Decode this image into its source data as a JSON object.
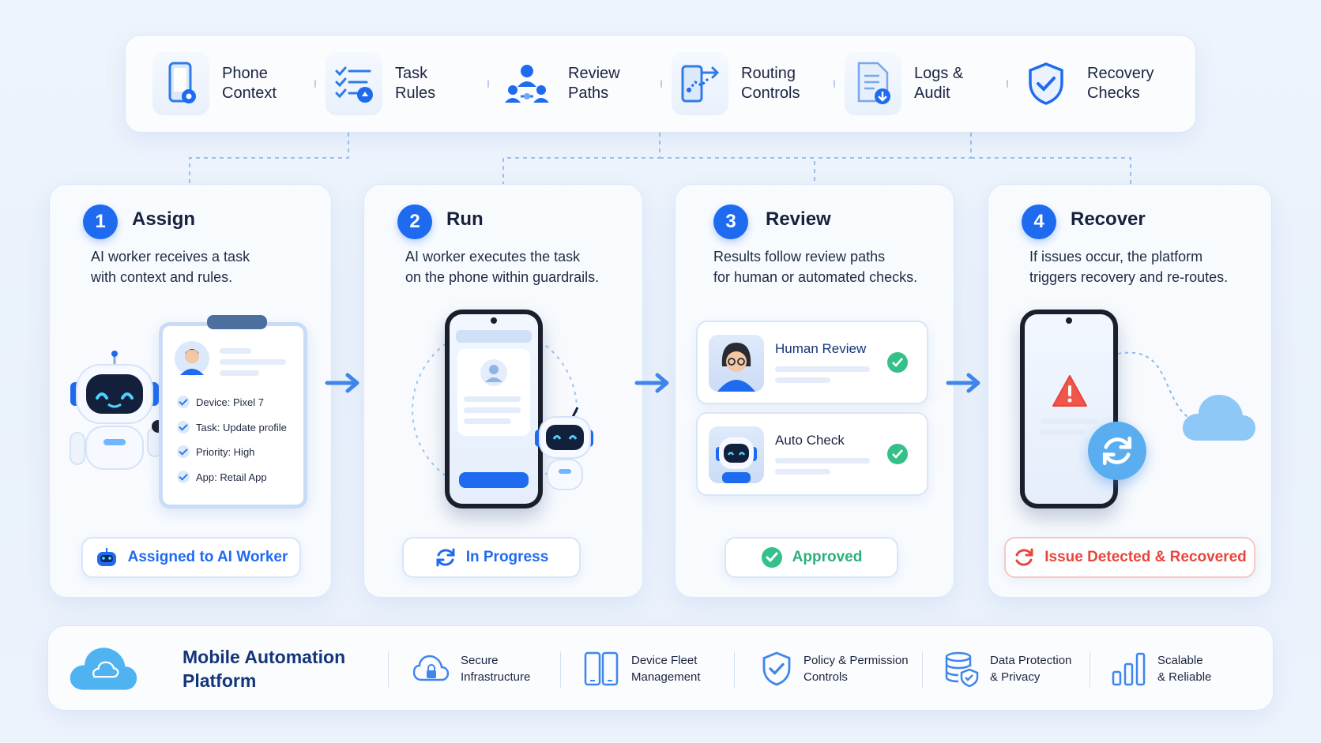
{
  "capabilities": [
    {
      "line1": "Phone",
      "line2": "Context",
      "icon": "phone-icon"
    },
    {
      "line1": "Task",
      "line2": "Rules",
      "icon": "checklist-icon"
    },
    {
      "line1": "Review",
      "line2": "Paths",
      "icon": "people-network-icon"
    },
    {
      "line1": "Routing",
      "line2": "Controls",
      "icon": "routing-icon"
    },
    {
      "line1": "Logs &",
      "line2": "Audit",
      "icon": "document-icon"
    },
    {
      "line1": "Recovery",
      "line2": "Checks",
      "icon": "shield-check-icon"
    }
  ],
  "steps": [
    {
      "number": "1",
      "title": "Assign",
      "desc_line1": "AI worker receives a task",
      "desc_line2": "with context and rules.",
      "status": "Assigned to AI Worker"
    },
    {
      "number": "2",
      "title": "Run",
      "desc_line1": "AI worker executes the task",
      "desc_line2": "on the phone within guardrails.",
      "status": "In Progress"
    },
    {
      "number": "3",
      "title": "Review",
      "desc_line1": "Results follow review paths",
      "desc_line2": "for human or automated checks.",
      "status": "Approved"
    },
    {
      "number": "4",
      "title": "Recover",
      "desc_line1": "If issues occur, the platform",
      "desc_line2": "triggers recovery and re-routes.",
      "status": "Issue Detected & Recovered"
    }
  ],
  "task_card": {
    "items": [
      "Device: Pixel 7",
      "Task: Update profile",
      "Priority: High",
      "App: Retail App"
    ]
  },
  "review": {
    "human": "Human Review",
    "auto": "Auto Check"
  },
  "platform": {
    "title_line1": "Mobile Automation",
    "title_line2": "Platform",
    "features": [
      {
        "line1": "Secure",
        "line2": "Infrastructure",
        "icon": "cloud-lock-icon"
      },
      {
        "line1": "Device Fleet",
        "line2": "Management",
        "icon": "devices-icon"
      },
      {
        "line1": "Policy & Permission",
        "line2": "Controls",
        "icon": "shield-check-icon"
      },
      {
        "line1": "Data Protection",
        "line2": "& Privacy",
        "icon": "database-shield-icon"
      },
      {
        "line1": "Scalable",
        "line2": "& Reliable",
        "icon": "bar-chart-icon"
      }
    ]
  },
  "colors": {
    "accent": "#1e6bf0",
    "success": "#35c08a",
    "danger": "#e8453c",
    "platform_title": "#14357a"
  }
}
